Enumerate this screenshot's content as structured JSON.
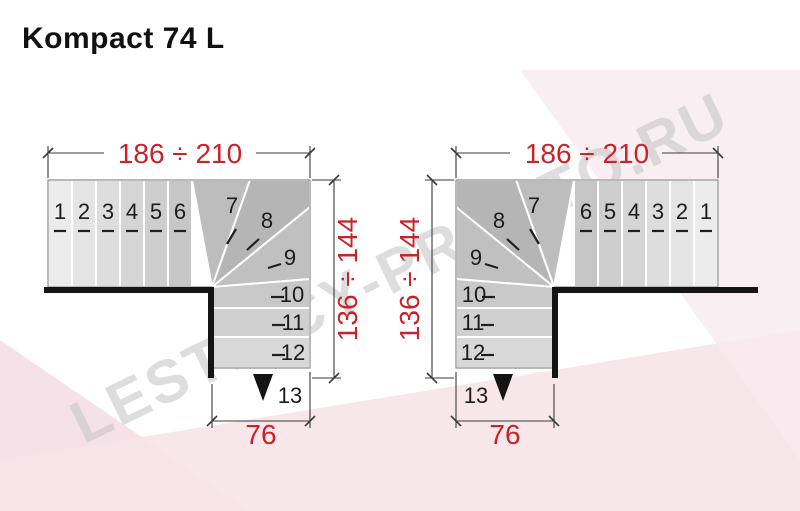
{
  "title": "Kompact 74 L",
  "watermark": "LESTNICY-PROSTO.RU",
  "dimensions": {
    "width_range": "186 ÷ 210",
    "depth_range": "136 ÷ 144",
    "exit_width": "76"
  },
  "step_numbers": [
    "1",
    "2",
    "3",
    "4",
    "5",
    "6",
    "7",
    "8",
    "9",
    "10",
    "11",
    "12",
    "13"
  ],
  "colors": {
    "accent_red": "#c9232a",
    "wall_black": "#141414",
    "number_black": "#1c1c1c",
    "dim_line": "#3a3a3a",
    "watermark_gray": "#c6c6c6",
    "bg_pink": "#f3dde4",
    "bg_pink_light": "#f8ebef",
    "step_light": "#ececec",
    "step_dark": "#b5b5b5"
  }
}
